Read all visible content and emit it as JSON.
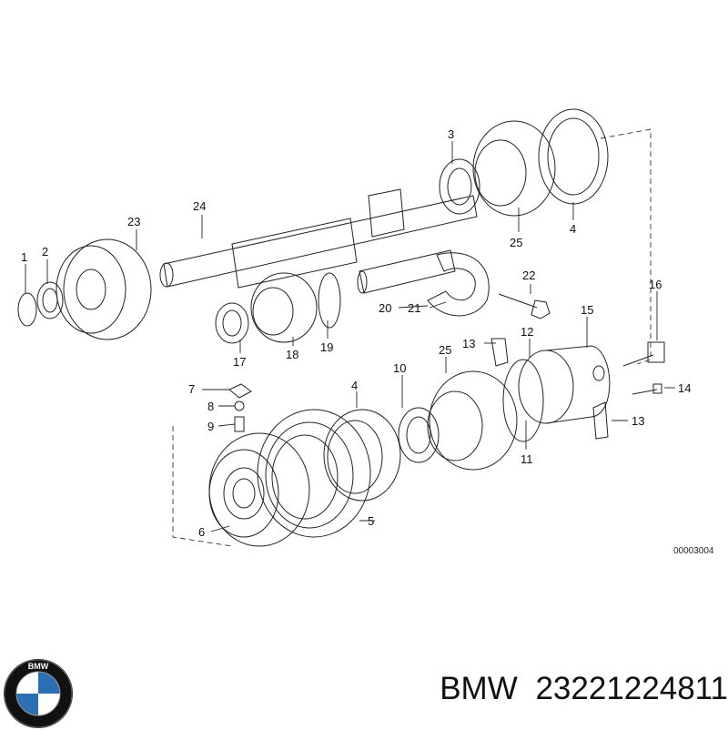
{
  "diagram": {
    "reference_code": "00003004",
    "callouts": [
      "1",
      "2",
      "3",
      "4",
      "4",
      "5",
      "6",
      "7",
      "8",
      "9",
      "10",
      "11",
      "12",
      "13",
      "13",
      "14",
      "15",
      "16",
      "17",
      "18",
      "19",
      "20",
      "21",
      "22",
      "23",
      "24",
      "25",
      "25"
    ]
  },
  "caption": {
    "brand": "BMW",
    "part_number": "23221224811",
    "logo_letters": "BMW"
  }
}
